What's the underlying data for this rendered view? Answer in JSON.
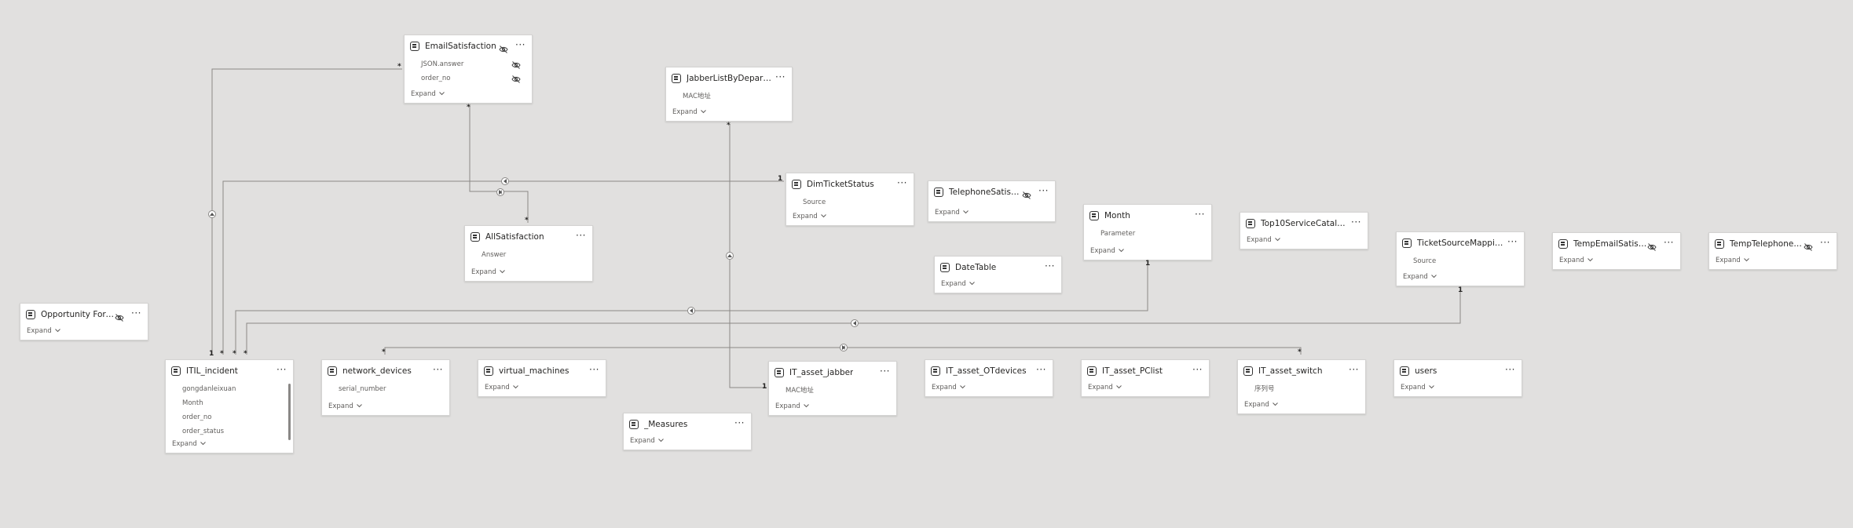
{
  "tables": [
    {
      "id": "EmailSatisfaction",
      "title": "EmailSatisfaction",
      "hidden": true,
      "fields": [
        {
          "name": "JSON.answer",
          "hidden": true
        },
        {
          "name": "order_no",
          "hidden": true
        }
      ],
      "expand": "Expand"
    },
    {
      "id": "JabberListByDepartment",
      "title": "JabberListByDepartment",
      "hidden": false,
      "fields": [
        {
          "name": "MAC地址",
          "hidden": false
        }
      ],
      "expand": "Expand"
    },
    {
      "id": "DimTicketStatus",
      "title": "DimTicketStatus",
      "hidden": false,
      "fields": [
        {
          "name": "Source",
          "hidden": false
        }
      ],
      "expand": "Expand"
    },
    {
      "id": "TelephoneSatisfaction",
      "title": "TelephoneSatisfacti...",
      "hidden": true,
      "fields": [],
      "expand": "Expand"
    },
    {
      "id": "Month",
      "title": "Month",
      "hidden": false,
      "fields": [
        {
          "name": "Parameter",
          "hidden": false
        }
      ],
      "expand": "Expand"
    },
    {
      "id": "Top10ServiceCatalog",
      "title": "Top10ServiceCatalogCo...",
      "hidden": false,
      "fields": [],
      "expand": "Expand"
    },
    {
      "id": "TicketSourceMapping",
      "title": "TicketSourceMappingTa...",
      "hidden": false,
      "fields": [
        {
          "name": "Source",
          "hidden": false
        }
      ],
      "expand": "Expand"
    },
    {
      "id": "TempEmailSatisfaction",
      "title": "TempEmailSatisfact...",
      "hidden": true,
      "fields": [],
      "expand": "Expand"
    },
    {
      "id": "TempTelephoneSatisfaction",
      "title": "TempTelephoneSati...",
      "hidden": true,
      "fields": [],
      "expand": "Expand"
    },
    {
      "id": "AllSatisfaction",
      "title": "AllSatisfaction",
      "hidden": false,
      "fields": [
        {
          "name": "Answer",
          "hidden": false
        }
      ],
      "expand": "Expand"
    },
    {
      "id": "DateTable",
      "title": "DateTable",
      "hidden": false,
      "fields": [],
      "expand": "Expand"
    },
    {
      "id": "OpportunityForecast",
      "title": "Opportunity Foreca...",
      "hidden": true,
      "fields": [],
      "expand": "Expand"
    },
    {
      "id": "ITIL_incident",
      "title": "ITIL_incident",
      "hidden": false,
      "fields": [
        {
          "name": "gongdanleixuan",
          "hidden": false
        },
        {
          "name": "Month",
          "hidden": false
        },
        {
          "name": "order_no",
          "hidden": false
        },
        {
          "name": "order_status",
          "hidden": false
        }
      ],
      "expand": "Expand"
    },
    {
      "id": "network_devices",
      "title": "network_devices",
      "hidden": false,
      "fields": [
        {
          "name": "serial_number",
          "hidden": false
        }
      ],
      "expand": "Expand"
    },
    {
      "id": "virtual_machines",
      "title": "virtual_machines",
      "hidden": false,
      "fields": [],
      "expand": "Expand"
    },
    {
      "id": "Measures",
      "title": "_Measures",
      "hidden": false,
      "fields": [],
      "expand": "Expand"
    },
    {
      "id": "IT_asset_jabber",
      "title": "IT_asset_jabber",
      "hidden": false,
      "fields": [
        {
          "name": "MAC地址",
          "hidden": false
        }
      ],
      "expand": "Expand"
    },
    {
      "id": "IT_asset_OTdevices",
      "title": "IT_asset_OTdevices",
      "hidden": false,
      "fields": [],
      "expand": "Expand"
    },
    {
      "id": "IT_asset_PClist",
      "title": "IT_asset_PClist",
      "hidden": false,
      "fields": [],
      "expand": "Expand"
    },
    {
      "id": "IT_asset_switch",
      "title": "IT_asset_switch",
      "hidden": false,
      "fields": [
        {
          "name": "序列号",
          "hidden": false
        }
      ],
      "expand": "Expand"
    },
    {
      "id": "users",
      "title": "users",
      "hidden": false,
      "fields": [],
      "expand": "Expand"
    }
  ],
  "cardinality": {
    "one": "1",
    "many": "*"
  },
  "colors": {
    "background": "#e1e0df",
    "card": "#ffffff",
    "line": "#8a8886",
    "text": "#252423"
  }
}
